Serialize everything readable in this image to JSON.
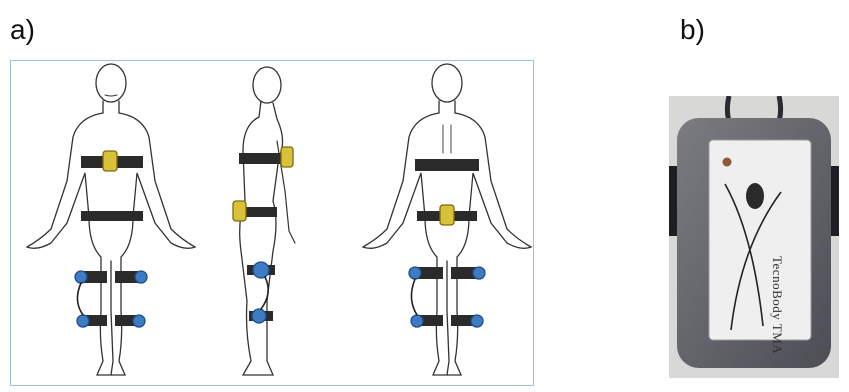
{
  "panels": {
    "a": {
      "label": "a)"
    },
    "b": {
      "label": "b)",
      "device_text": "TecnoBody TMA"
    }
  },
  "colors": {
    "frame_border": "#9cc3d6",
    "strap": "#2b2b2b",
    "sensor_yellow": "#d9c23a",
    "sensor_blue": "#3d7bc4",
    "device_case": "#5f6168",
    "device_screen": "#efefef"
  }
}
